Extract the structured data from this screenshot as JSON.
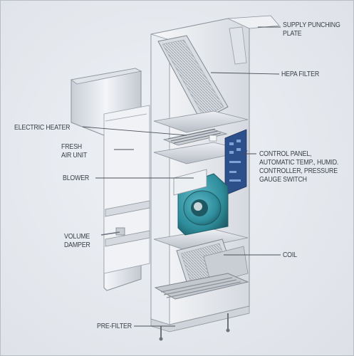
{
  "labels": {
    "supply_punching_plate": [
      "SUPPLY PUNCHING",
      "PLATE"
    ],
    "hepa_filter": "HEPA FILTER",
    "electric_heater": "ELECTRIC HEATER",
    "fresh_air_unit": [
      "FRESH",
      "AIR UNIT"
    ],
    "control_panel": [
      "CONTROL PANEL,",
      "AUTOMATIC TEMP., HUMID.",
      "CONTROLLER, PRESSURE",
      "GAUGE SWITCH"
    ],
    "blower": "BLOWER",
    "volume_damper": [
      "VOLUME",
      "DAMPER"
    ],
    "coil": "COIL",
    "pre_filter": "PRE-FILTER"
  },
  "colors": {
    "blower_housing": "#2f8e9c",
    "control_panel": "#2d4f8a",
    "cabinet": "#f1f3f6"
  }
}
